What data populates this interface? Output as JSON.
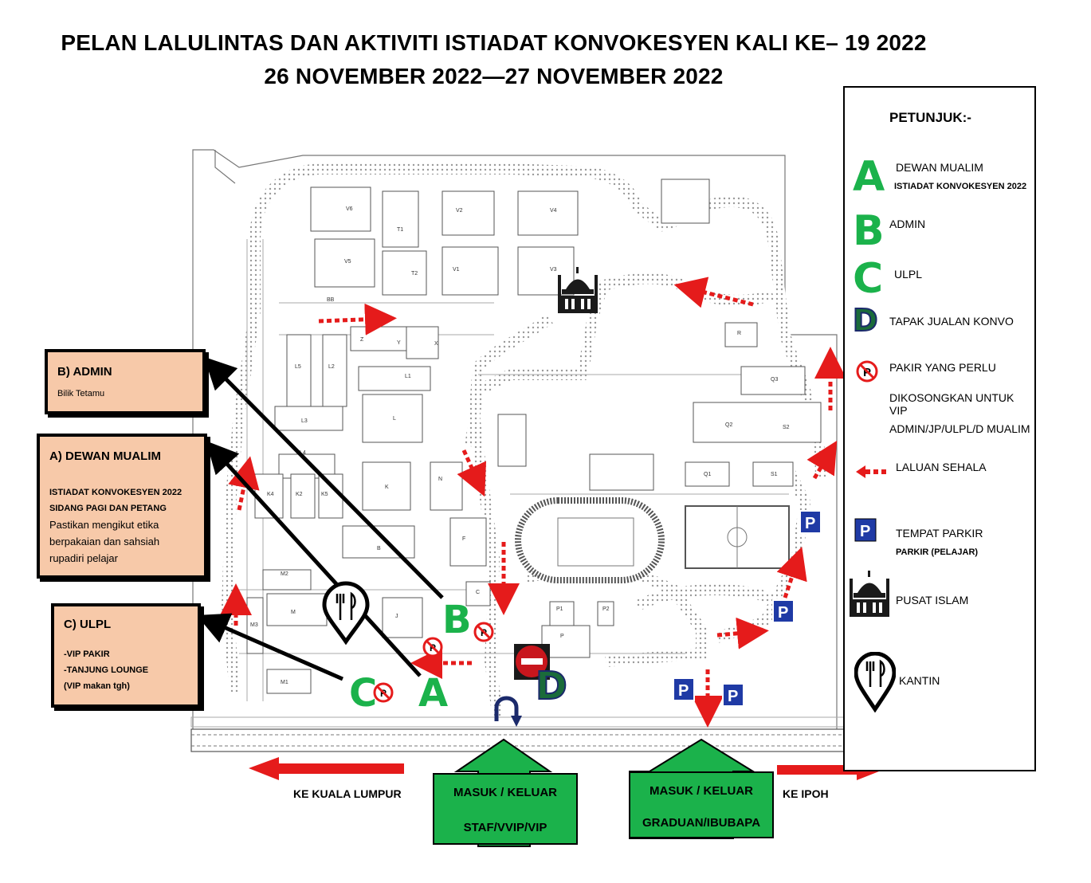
{
  "title": {
    "line1": "PELAN LALULINTAS DAN AKTIVITI ISTIADAT KONVOKESYEN KALI KE– 19 2022",
    "line2": "26 NOVEMBER 2022—27 NOVEMBER 2022"
  },
  "legend": {
    "heading": "PETUNJUK:-",
    "items": [
      {
        "symbol": "A",
        "label": "DEWAN MUALIM",
        "sub": "ISTIADAT KONVOKESYEN 2022"
      },
      {
        "symbol": "B",
        "label": "ADMIN"
      },
      {
        "symbol": "C",
        "label": "ULPL"
      },
      {
        "symbol": "D",
        "label": "TAPAK JUALAN KONVO"
      },
      {
        "symbol": "no-parking-icon",
        "label_lines": [
          "PAKIR YANG PERLU",
          "DIKOSONGKAN UNTUK VIP",
          "ADMIN/JP/ULPL/D MUALIM"
        ]
      },
      {
        "symbol": "one-way-arrow-icon",
        "label": "LALUAN  SEHALA"
      },
      {
        "symbol": "P",
        "label": "TEMPAT PARKIR",
        "sub": "PARKIR  (PELAJAR)"
      },
      {
        "symbol": "mosque-icon",
        "label": "PUSAT ISLAM"
      },
      {
        "symbol": "canteen-icon",
        "label": "KANTIN"
      }
    ]
  },
  "callouts": {
    "admin": {
      "heading": "B) ADMIN",
      "sub": "Bilik Tetamu"
    },
    "dewan": {
      "heading": "A) DEWAN MUALIM",
      "sub1": "ISTIADAT KONVOKESYEN 2022",
      "sub2": "SIDANG PAGI DAN PETANG",
      "note": [
        "Pastikan mengikut etika",
        "berpakaian dan sahsiah",
        "rupadiri pelajar"
      ]
    },
    "ulpl": {
      "heading": "C) ULPL",
      "lines": [
        "-VIP PAKIR",
        "-TANJUNG LOUNGE",
        "(VIP makan tgh)"
      ]
    }
  },
  "entrances": {
    "staff": {
      "line1": "MASUK / KELUAR",
      "line2": "STAF/VVIP/VIP"
    },
    "graduate": {
      "line1": "MASUK / KELUAR",
      "line2": "GRADUAN/IBUBAPA"
    }
  },
  "directions": {
    "kl": "KE KUALA LUMPUR",
    "ipoh": "KE IPOH"
  },
  "map_labels": {
    "buildings": [
      "V6",
      "V2",
      "V4",
      "T1",
      "V5",
      "V1",
      "V3",
      "T2",
      "BB",
      "Z",
      "Y",
      "X",
      "L5",
      "L2",
      "L1",
      "L",
      "L3",
      "L4",
      "K4",
      "K2",
      "K5",
      "K",
      "N",
      "B",
      "F",
      "M2",
      "M",
      "J",
      "C",
      "P1",
      "P2",
      "P",
      "M3",
      "M1",
      "Q3",
      "Q2",
      "S2",
      "Q1",
      "S1",
      "R"
    ],
    "markers": {
      "A": "A",
      "B": "B",
      "C": "C",
      "D": "D",
      "P": "P"
    }
  },
  "colors": {
    "green": "#1bb24b",
    "red_arrow": "#e51b1b",
    "callout_fill": "#f7c9a9",
    "parking_blue": "#1f3aa5",
    "no_entry_red": "#c8161d"
  }
}
